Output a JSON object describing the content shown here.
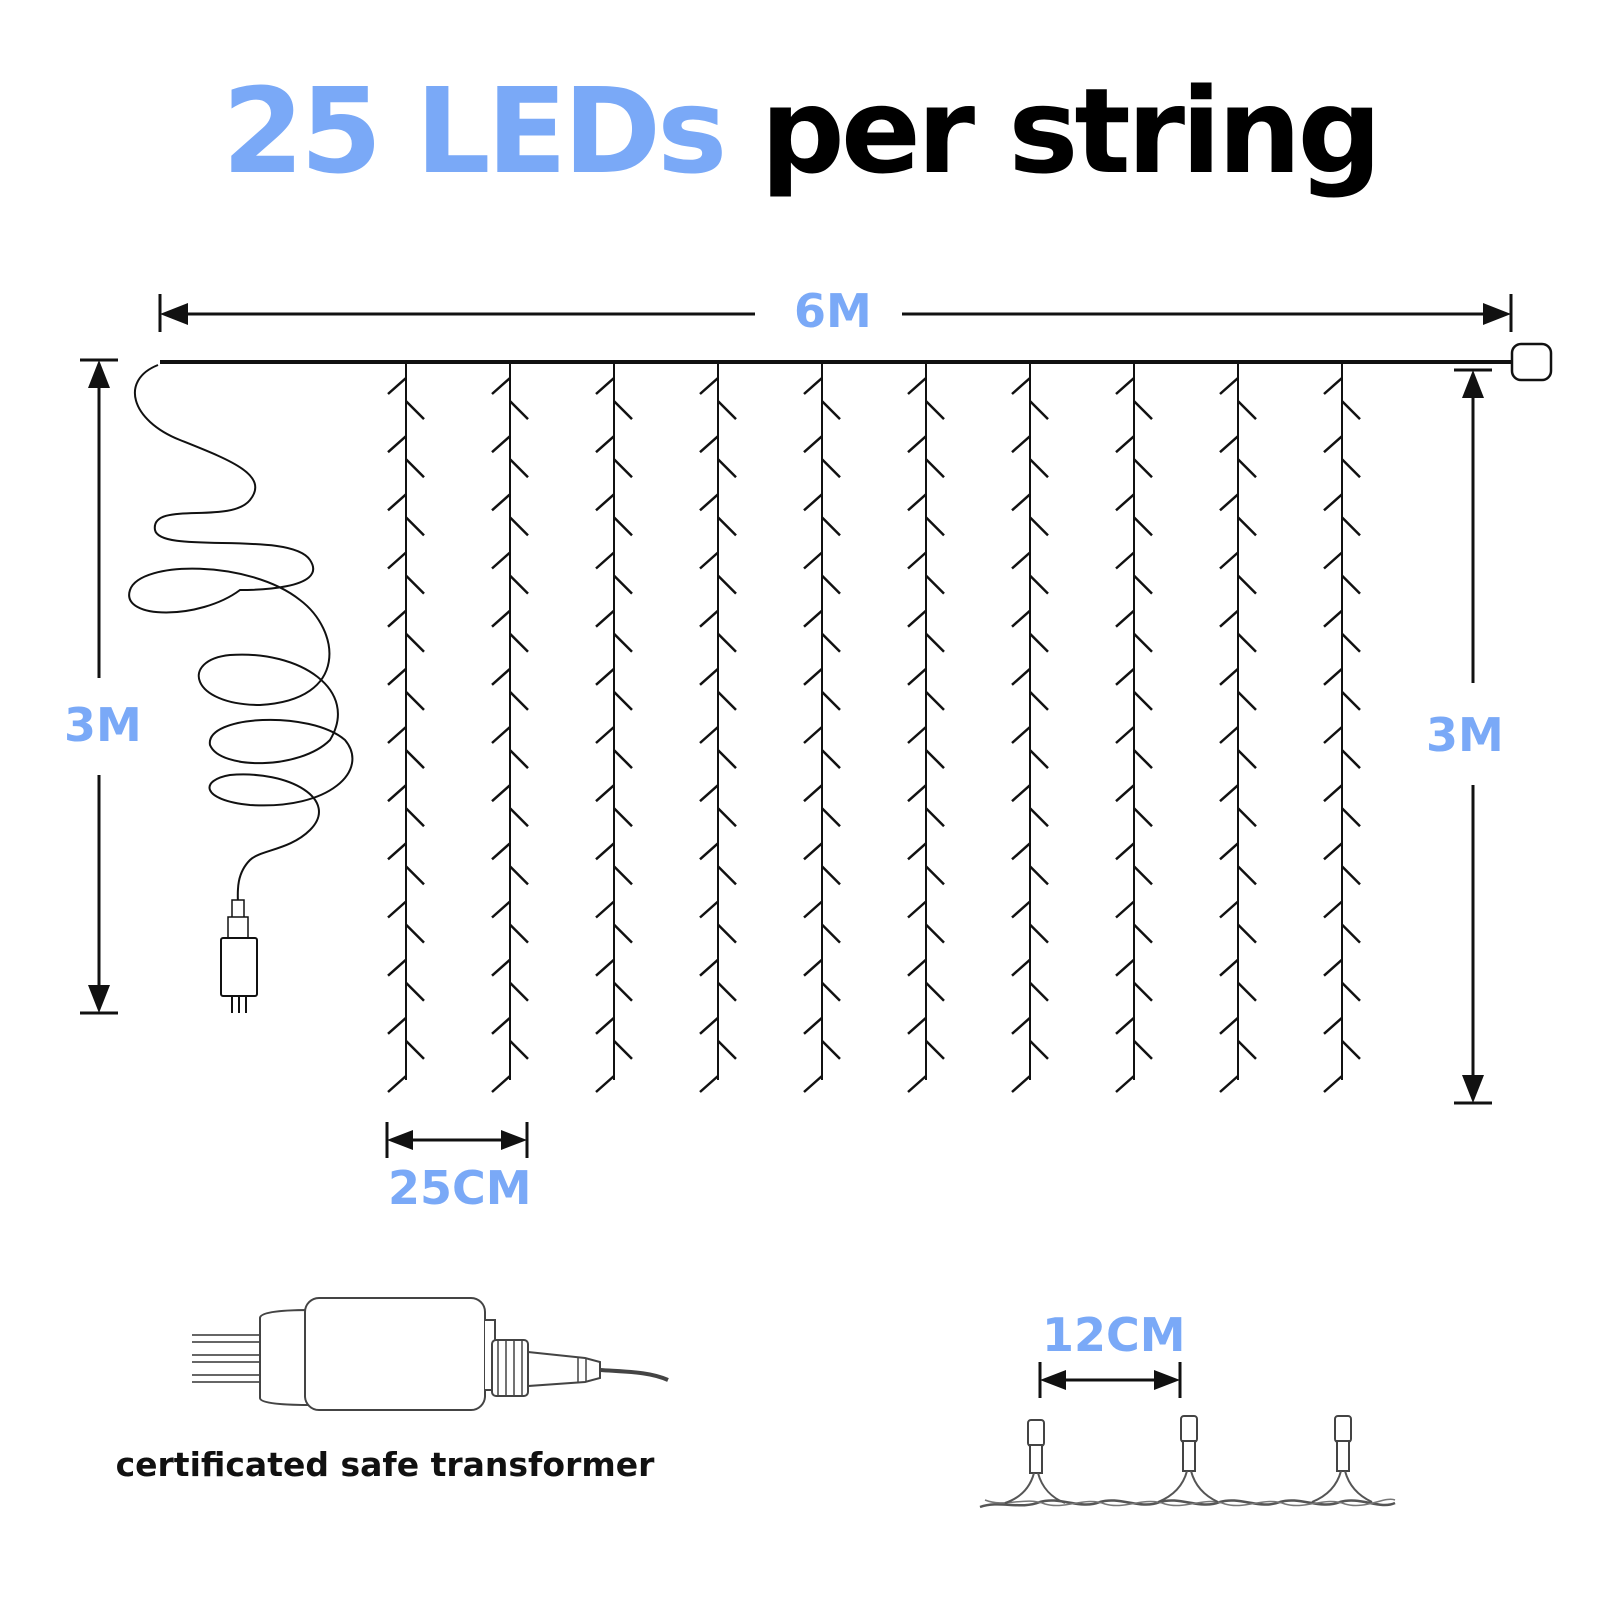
{
  "title": {
    "highlight": "25 LEDs",
    "rest": "per string"
  },
  "dimensions": {
    "width": "6M",
    "height_left": "3M",
    "height_right": "3M",
    "string_spacing": "25CM",
    "led_spacing": "12CM"
  },
  "caption": "certificated safe transformer",
  "strings": {
    "count": 10,
    "leds_per_string": 25
  },
  "colors": {
    "accent": "#7aa9f7",
    "line": "#111111"
  }
}
